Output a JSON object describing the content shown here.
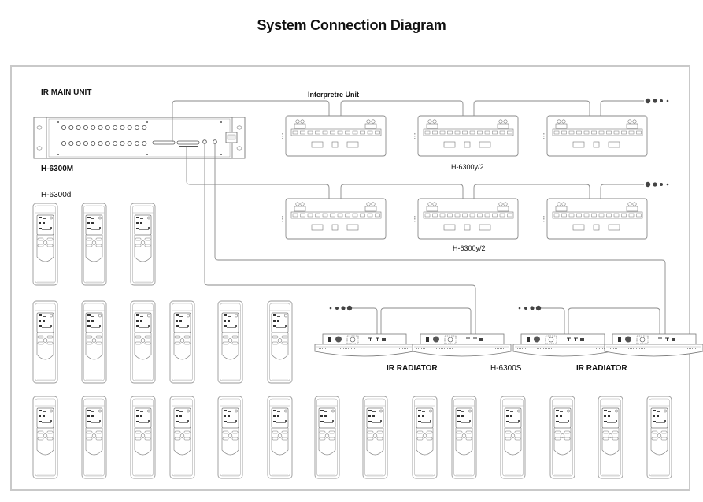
{
  "title": "System Connection Diagram",
  "labels": {
    "main_unit": "IR MAIN UNIT",
    "main_unit_model": "H-6300M",
    "interpreter_unit": "Interpretre Unit",
    "interpreter_model_row1": "H-6300y/2",
    "interpreter_model_row2": "H-6300y/2",
    "receiver_model": "H-6300d",
    "radiator_left": "IR RADIATOR",
    "radiator_model": "H-6300S",
    "radiator_right": "IR RADIATOR"
  },
  "components": {
    "main_unit": {
      "name": "IR MAIN UNIT",
      "model": "H-6300M",
      "channel_jacks_per_row": 12
    },
    "interpreter_units": {
      "model": "H-6300y/2",
      "rows": 2,
      "units_per_row": 3,
      "continuation": "more units (dots)"
    },
    "ir_radiators": {
      "model": "H-6300S",
      "count": 4,
      "groups": 2,
      "continuation": "more radiators (dots)"
    },
    "receivers": {
      "model": "H-6300d",
      "rows": [
        3,
        6,
        14
      ]
    }
  },
  "connections": [
    {
      "from": "IR MAIN UNIT",
      "to": "Interpreter units row 1"
    },
    {
      "from": "IR MAIN UNIT",
      "to": "Interpreter units row 2"
    },
    {
      "from": "IR MAIN UNIT",
      "to": "IR RADIATOR group 1"
    },
    {
      "from": "IR MAIN UNIT",
      "to": "IR RADIATOR group 2"
    }
  ],
  "colors": {
    "line": "#8a8a8a",
    "frame": "#c9c9c9",
    "text": "#111111"
  }
}
